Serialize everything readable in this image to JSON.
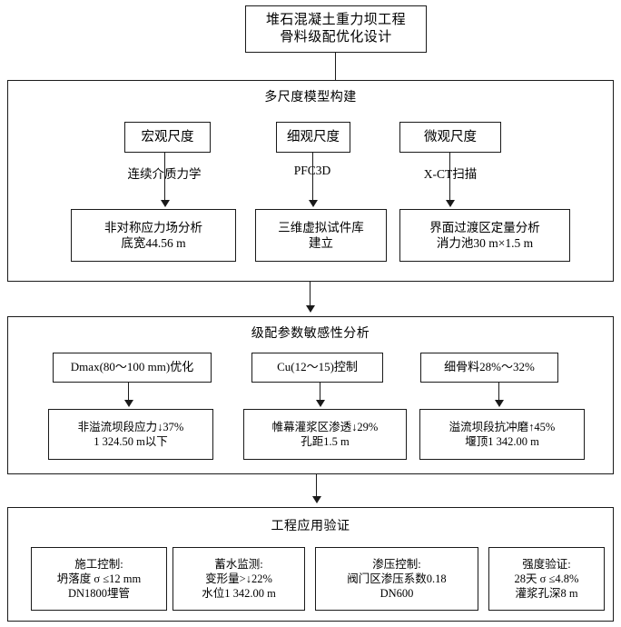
{
  "title_box": {
    "lines": [
      "堆石混凝土重力坝工程",
      "骨料级配优化设计"
    ]
  },
  "section1": {
    "heading": "多尺度模型构建",
    "scales": [
      {
        "label": "宏观尺度",
        "method": "连续介质力学"
      },
      {
        "label": "细观尺度",
        "method": "PFC3D"
      },
      {
        "label": "微观尺度",
        "method": "X-CT扫描"
      }
    ],
    "results": [
      {
        "line1": "非对称应力场分析",
        "line2": "底宽44.56 m"
      },
      {
        "line1": "三维虚拟试件库",
        "line2": "建立"
      },
      {
        "line1": "界面过渡区定量分析",
        "line2": "消力池30 m×1.5 m"
      }
    ]
  },
  "section2": {
    "heading": "级配参数敏感性分析",
    "params": [
      "Dmax(80～100 mm)优化",
      "Cu(12～15)控制",
      "细骨料28%～32%"
    ],
    "outcomes": [
      {
        "line1": "非溢流坝段应力↓37%",
        "line2": "1 324.50 m以下"
      },
      {
        "line1": "帷幕灌浆区渗透↓29%",
        "line2": "孔距1.5 m"
      },
      {
        "line1": "溢流坝段抗冲磨↑45%",
        "line2": "堰顶1 342.00 m"
      }
    ]
  },
  "section3": {
    "heading": "工程应用验证",
    "items": [
      {
        "line1": "施工控制:",
        "line2": "坍落度 σ ≤12 mm",
        "line3": "DN1800埋管"
      },
      {
        "line1": "蓄水监测:",
        "line2": "变形量>↓22%",
        "line3": "水位1 342.00 m"
      },
      {
        "line1": "渗压控制:",
        "line2": "阀门区渗压系数0.18",
        "line3": "DN600"
      },
      {
        "line1": "强度验证:",
        "line2": "28天 σ ≤4.8%",
        "line3": "灌浆孔深8 m"
      }
    ]
  },
  "colors": {
    "stroke": "#1a1a1a",
    "background": "#ffffff"
  }
}
